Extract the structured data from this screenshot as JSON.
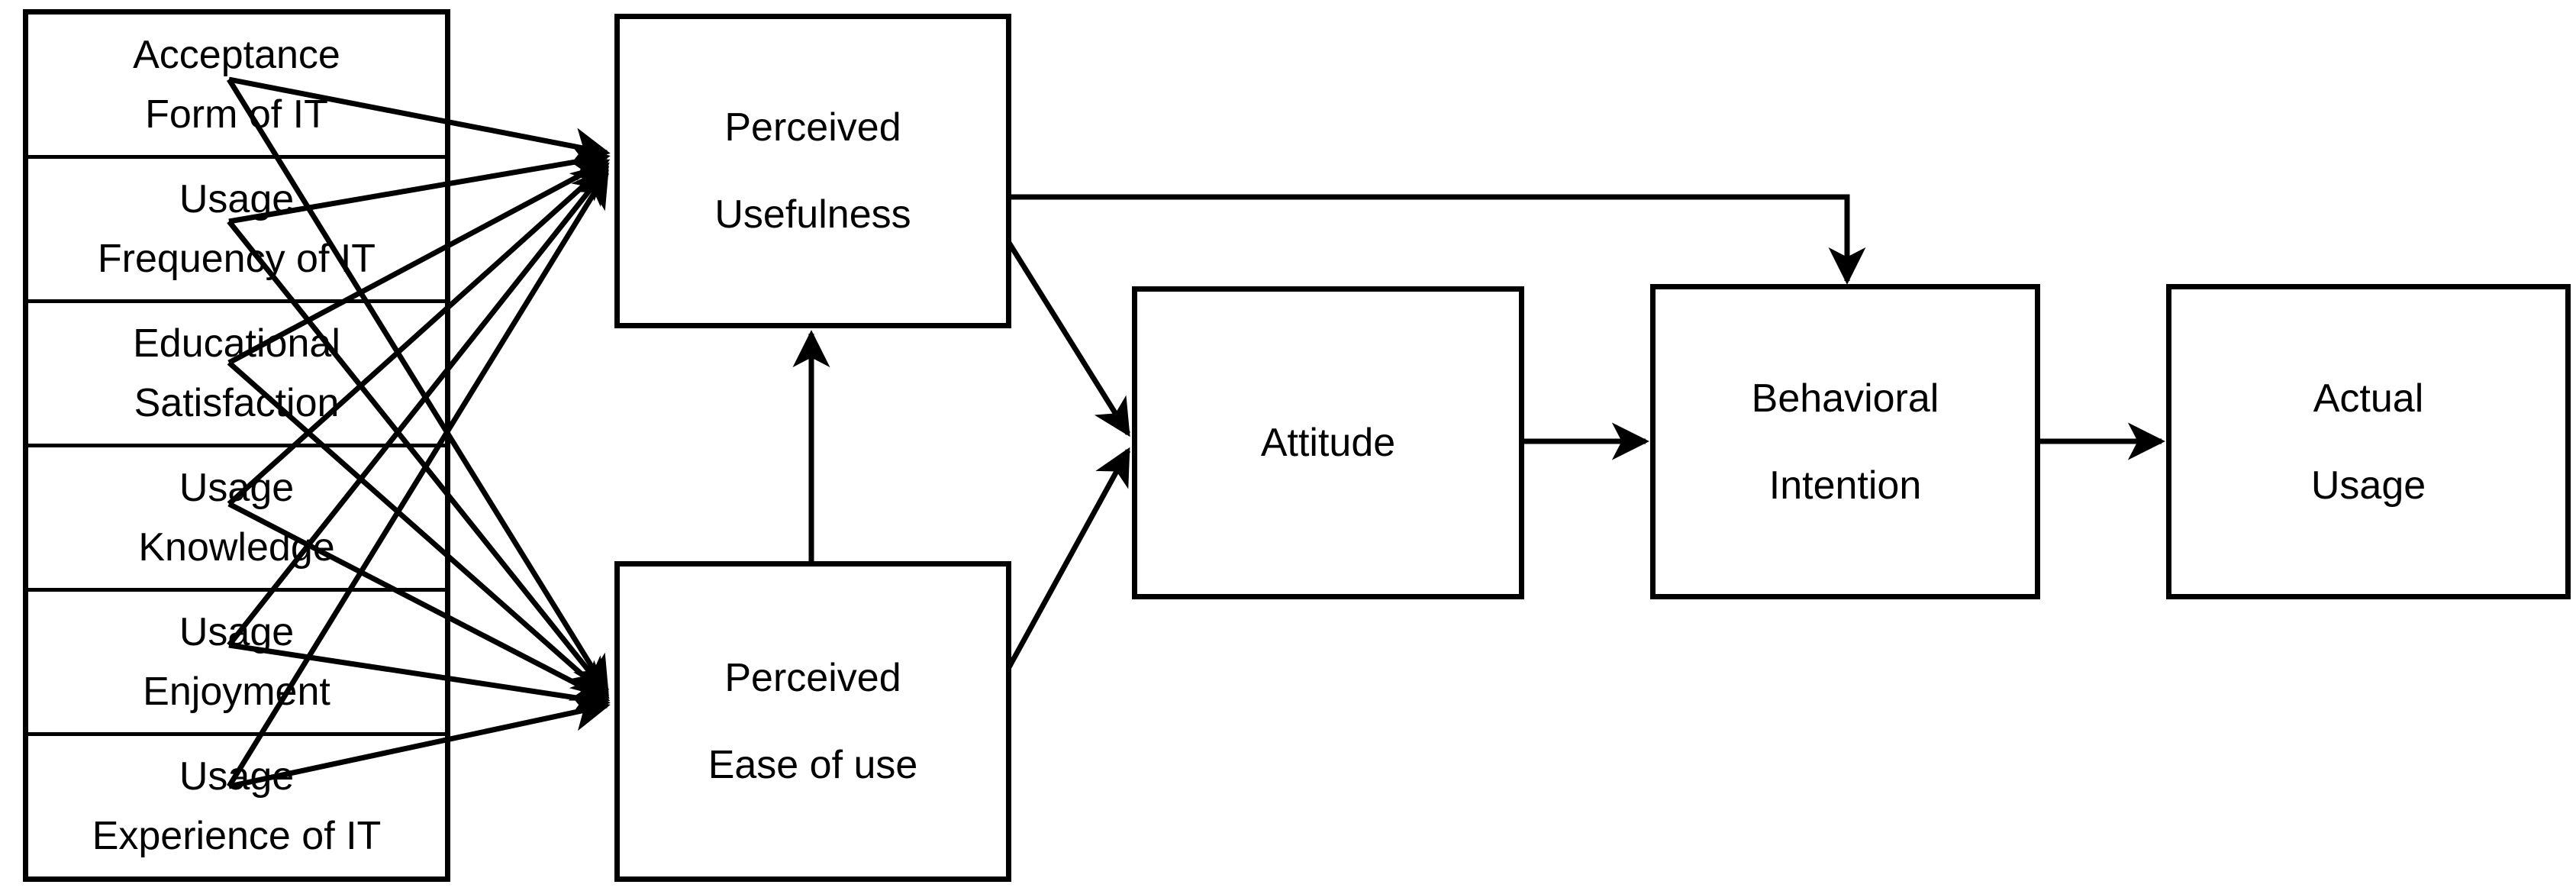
{
  "diagram": {
    "title": "Technology Acceptance Model (TAM) research framework",
    "line_color": "#000000",
    "background_color": "#ffffff"
  },
  "antecedents_stack": {
    "name": "external-variables-stack",
    "items": [
      {
        "line1": "Acceptance",
        "line2": "Form of IT"
      },
      {
        "line1": "Usage",
        "line2": "Frequency of IT"
      },
      {
        "line1": "Educational",
        "line2": "Satisfaction"
      },
      {
        "line1": "Usage",
        "line2": "Knowledge"
      },
      {
        "line1": "Usage",
        "line2": "Enjoyment"
      },
      {
        "line1": "Usage",
        "line2": "Experience of IT"
      }
    ]
  },
  "nodes": {
    "perceived_usefulness": {
      "line1": "Perceived",
      "line2": "Usefulness"
    },
    "perceived_ease_of_use": {
      "line1": "Perceived",
      "line2": "Ease of use"
    },
    "attitude": {
      "label": "Attitude"
    },
    "behavioral_intention": {
      "line1": "Behavioral",
      "line2": "Intention"
    },
    "actual_usage": {
      "line1": "Actual",
      "line2": "Usage"
    }
  },
  "edges": [
    {
      "from": "Acceptance Form of IT",
      "to": "Perceived Usefulness"
    },
    {
      "from": "Acceptance Form of IT",
      "to": "Perceived Ease of use"
    },
    {
      "from": "Usage Frequency of IT",
      "to": "Perceived Usefulness"
    },
    {
      "from": "Usage Frequency of IT",
      "to": "Perceived Ease of use"
    },
    {
      "from": "Educational Satisfaction",
      "to": "Perceived Usefulness"
    },
    {
      "from": "Educational Satisfaction",
      "to": "Perceived Ease of use"
    },
    {
      "from": "Usage Knowledge",
      "to": "Perceived Usefulness"
    },
    {
      "from": "Usage Knowledge",
      "to": "Perceived Ease of use"
    },
    {
      "from": "Usage Enjoyment",
      "to": "Perceived Usefulness"
    },
    {
      "from": "Usage Enjoyment",
      "to": "Perceived Ease of use"
    },
    {
      "from": "Usage Experience of IT",
      "to": "Perceived Usefulness"
    },
    {
      "from": "Usage Experience of IT",
      "to": "Perceived Ease of use"
    },
    {
      "from": "Perceived Ease of use",
      "to": "Perceived Usefulness"
    },
    {
      "from": "Perceived Usefulness",
      "to": "Attitude"
    },
    {
      "from": "Perceived Ease of use",
      "to": "Attitude"
    },
    {
      "from": "Perceived Usefulness",
      "to": "Behavioral Intention"
    },
    {
      "from": "Attitude",
      "to": "Behavioral Intention"
    },
    {
      "from": "Behavioral Intention",
      "to": "Actual Usage"
    }
  ]
}
